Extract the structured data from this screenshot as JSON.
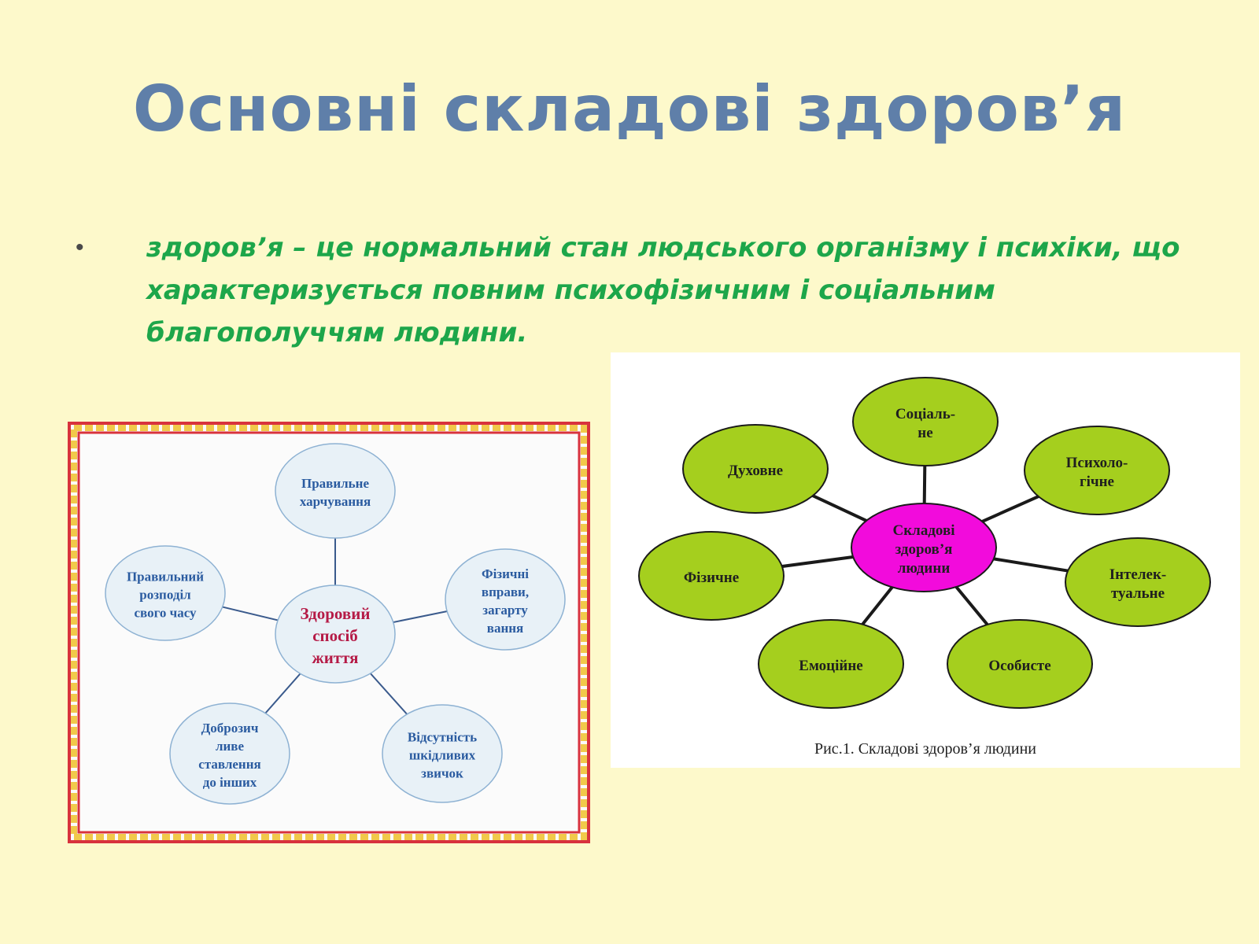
{
  "slide": {
    "title": "Основні складові здоров’я",
    "bullet": "•",
    "definition": "здоров’я – це нормальний стан людського організму і психіки, що характеризується повним психофізичним і соціальним благополуччям людини."
  },
  "diagram_left": {
    "center": {
      "lines": [
        "Здоровий",
        "спосіб",
        "життя"
      ]
    },
    "nodes": [
      {
        "id": "nutrition",
        "lines": [
          "Правильне",
          "харчування"
        ]
      },
      {
        "id": "exercise",
        "lines": [
          "Фізичні",
          "вправи,",
          "загарту",
          "вання"
        ]
      },
      {
        "id": "no-bad-habits",
        "lines": [
          "Відсутність",
          "шкідливих",
          "звичок"
        ]
      },
      {
        "id": "kindness",
        "lines": [
          "Доброзич",
          "ливе",
          "ставлення",
          "до інших"
        ]
      },
      {
        "id": "time",
        "lines": [
          "Правильний",
          "розподіл",
          "свого часу"
        ]
      }
    ],
    "colors": {
      "bubble_fill": "#e8f1f7",
      "bubble_stroke": "#8eb2d3",
      "line": "#3a5a8c",
      "border_outer": "#d8323d",
      "border_inner": "#f1c94a"
    }
  },
  "diagram_right": {
    "center": {
      "lines": [
        "Складові",
        "здоров’я",
        "людини"
      ]
    },
    "nodes": [
      {
        "id": "social",
        "lines": [
          "Соціаль-",
          "не"
        ]
      },
      {
        "id": "psychological",
        "lines": [
          "Психоло-",
          "гічне"
        ]
      },
      {
        "id": "intellectual",
        "lines": [
          "Інтелек-",
          "туальне"
        ]
      },
      {
        "id": "personal",
        "lines": [
          "Особисте"
        ]
      },
      {
        "id": "emotional",
        "lines": [
          "Емоційне"
        ]
      },
      {
        "id": "physical",
        "lines": [
          "Фізичне"
        ]
      },
      {
        "id": "spiritual",
        "lines": [
          "Духовне"
        ]
      }
    ],
    "caption": "Рис.1. Складові здоров’я людини",
    "colors": {
      "node_fill": "#a5cf1e",
      "node_stroke": "#1a1a1a",
      "center_fill": "#f20bdc",
      "line": "#1a1a1a"
    }
  }
}
